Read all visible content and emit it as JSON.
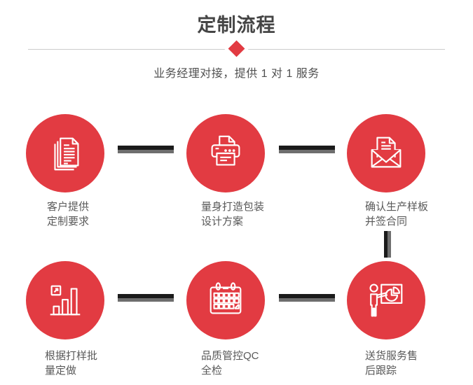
{
  "header": {
    "title": "定制流程",
    "subtitle": "业务经理对接，提供 1 对 1 服务"
  },
  "steps": [
    {
      "icon": "documents-icon",
      "line1": "客户提供",
      "line2": "定制要求"
    },
    {
      "icon": "printer-icon",
      "line1": "量身打造包装",
      "line2": "设计方案"
    },
    {
      "icon": "envelope-icon",
      "line1": "确认生产样板",
      "line2": "并签合同"
    },
    {
      "icon": "bar-chart-icon",
      "line1": "根据打样批",
      "line2": "量定做"
    },
    {
      "icon": "calendar-icon",
      "line1": "品质管控QC",
      "line2": "全检"
    },
    {
      "icon": "presentation-icon",
      "line1": "送货服务售",
      "line2": "后跟踪"
    }
  ],
  "colors": {
    "accent_red": "#e23b42",
    "connector_dark": "#1b1b1b",
    "connector_gray": "#6e6e6e",
    "title_text": "#454545",
    "body_text": "#595959",
    "divider_line": "#cccccc",
    "background": "#ffffff"
  }
}
